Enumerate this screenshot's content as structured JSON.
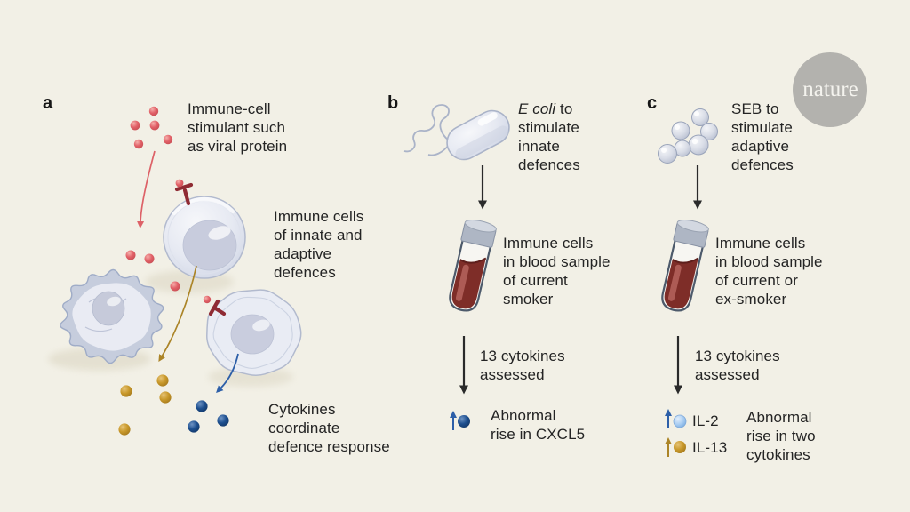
{
  "colors": {
    "bg": "#f2f0e6",
    "text": "#242424",
    "red": "#e26168",
    "darkred": "#8f2b33",
    "gold": "#c9992b",
    "goldarrow": "#ab8427",
    "blue": "#1d4f8f",
    "bluearrow": "#2d5fa8",
    "lightblue": "#a9cdf2",
    "black": "#2a2a2a",
    "cellstroke": "#b2bace",
    "blood": "#7e2d28",
    "logogrey": "#b3b2ae"
  },
  "panels": {
    "a": {
      "label": "a",
      "stimulant_caption": "Immune-cell\nstimulant such\nas viral protein",
      "cells_caption": "Immune cells\nof innate and\nadaptive\ndefences",
      "cytokines_caption": "Cytokines\ncoordinate\ndefence response"
    },
    "b": {
      "label": "b",
      "stimulant_italic": "E coli",
      "stimulant_rest": " to\nstimulate\ninnate\ndefences",
      "sample_caption": "Immune cells\nin blood sample\nof current\nsmoker",
      "assess_caption": "13 cytokines\nassessed",
      "result_caption": "Abnormal\nrise in CXCL5"
    },
    "c": {
      "label": "c",
      "stimulant_caption": "SEB to\nstimulate\nadaptive\ndefences",
      "sample_caption": "Immune cells\nin blood sample\nof current or\nex-smoker",
      "assess_caption": "13 cytokines\nassessed",
      "legend": {
        "il2": "IL-2",
        "il13": "IL-13"
      },
      "result_caption": "Abnormal\nrise in two\ncytokines"
    }
  },
  "logo": {
    "text": "nature"
  }
}
